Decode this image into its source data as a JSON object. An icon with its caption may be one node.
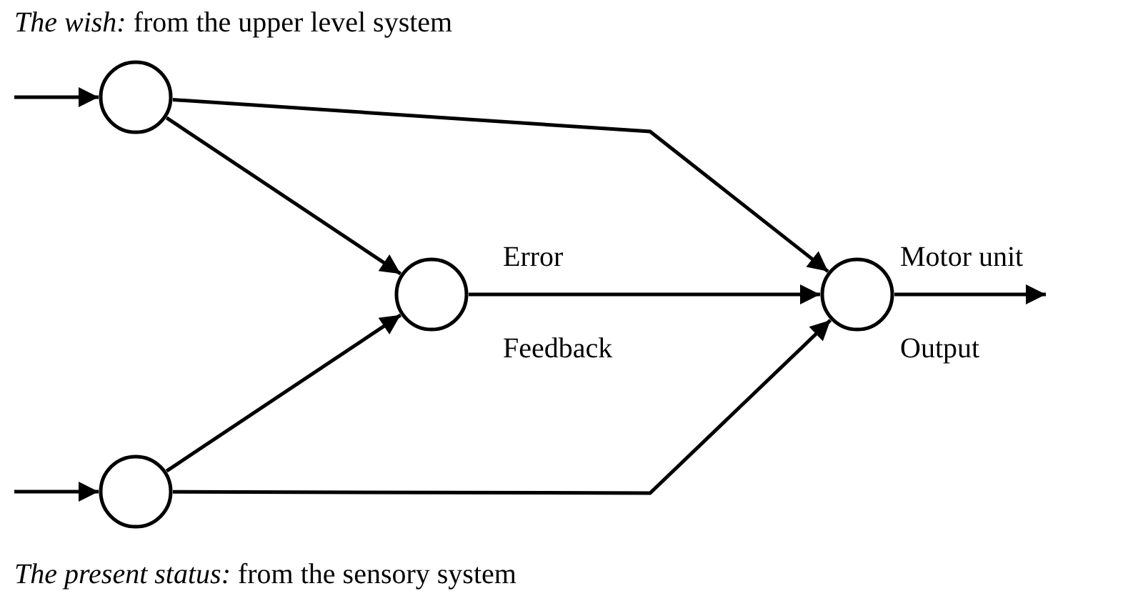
{
  "diagram": {
    "nodes": [
      {
        "text": [],
        "shape": "circle"
      },
      {
        "text": [],
        "shape": "circle"
      },
      {
        "text": [],
        "shape": "circle"
      },
      {
        "text": [],
        "shape": "circle"
      }
    ],
    "edges": [
      {
        "from": null,
        "to": 0,
        "arrow": "to"
      },
      {
        "from": null,
        "to": 2,
        "arrow": "to"
      },
      {
        "from": 0,
        "to": 1,
        "arrow": "to"
      },
      {
        "from": 2,
        "to": 1,
        "arrow": "to"
      },
      {
        "from": 0,
        "to": 3,
        "arrow": "to"
      },
      {
        "from": 2,
        "to": 3,
        "arrow": "to"
      },
      {
        "from": 1,
        "to": 3,
        "arrow": "to"
      },
      {
        "from": 3,
        "to": null,
        "arrow": "to"
      }
    ],
    "labels": [
      "*The wish:*  from the upper level system",
      "Error",
      "Motor unit",
      "Feedback",
      "Output",
      "*The present status:*  from the sensory system"
    ]
  }
}
